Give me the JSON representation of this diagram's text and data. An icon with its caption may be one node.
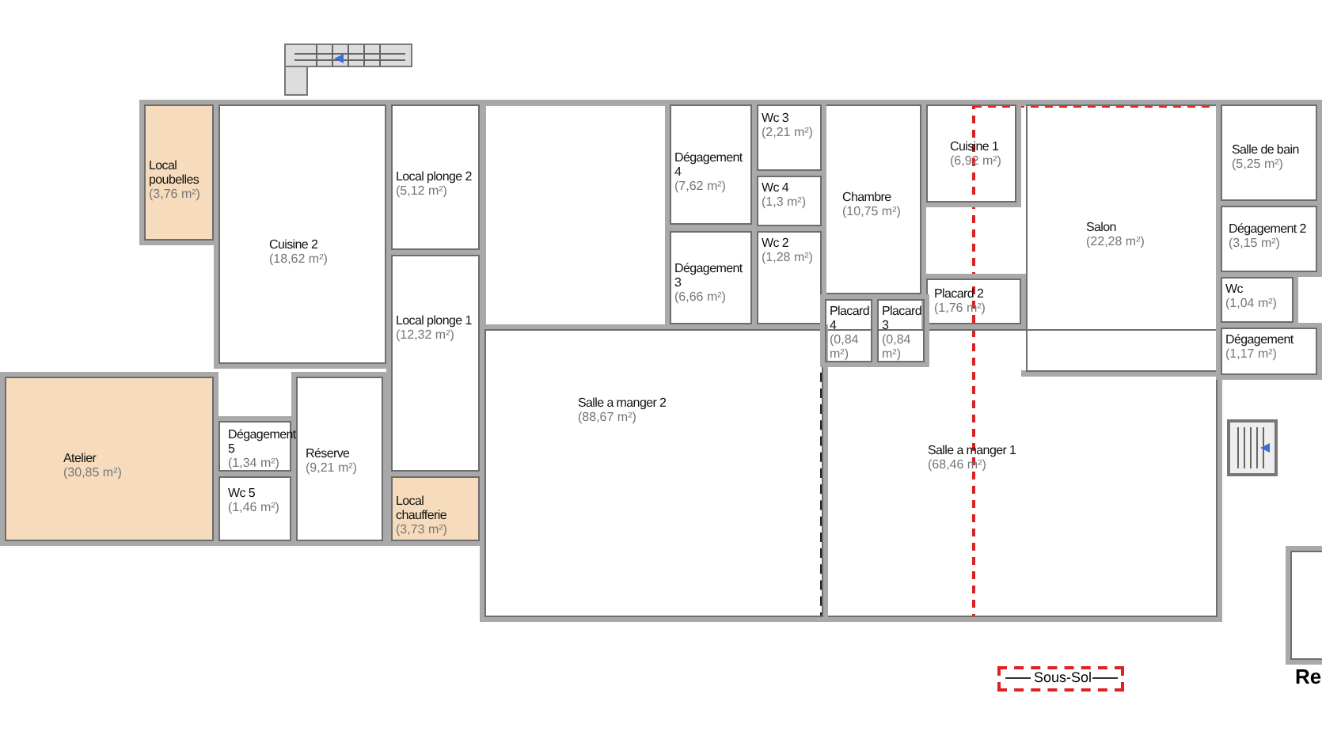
{
  "diagram": {
    "nodes": [
      {
        "text": [
          "Local poubelles",
          "(3,76 m²)"
        ]
      },
      {
        "text": [
          "Cuisine 2",
          "(18,62 m²)"
        ]
      },
      {
        "text": [
          "Local plonge 2",
          "(5,12 m²)"
        ]
      },
      {
        "text": [
          "Local plonge 1",
          "(12,32 m²)"
        ]
      },
      {
        "text": [
          "Atelier",
          "(30,85 m²)"
        ]
      },
      {
        "text": [
          "Dégagement 5",
          "(1,34 m²)"
        ]
      },
      {
        "text": [
          "Wc 5",
          "(1,46 m²)"
        ]
      },
      {
        "text": [
          "Réserve",
          "(9,21 m²)"
        ]
      },
      {
        "text": [
          "Local chaufferie",
          "(3,73 m²)"
        ]
      },
      {
        "text": [
          "Salle a manger 2",
          "(88,67 m²)"
        ]
      },
      {
        "text": [
          "Dégagement 4",
          "(7,62 m²)"
        ]
      },
      {
        "text": [
          "Wc 3",
          "(2,21 m²)"
        ]
      },
      {
        "text": [
          "Wc 4",
          "(1,3 m²)"
        ]
      },
      {
        "text": [
          "Wc 2",
          "(1,28 m²)"
        ]
      },
      {
        "text": [
          "Dégagement 3",
          "(6,66 m²)"
        ]
      },
      {
        "text": [
          "Chambre",
          "(10,75 m²)"
        ]
      },
      {
        "text": [
          "Placard 4",
          "(0,84 m²)"
        ]
      },
      {
        "text": [
          "Placard 3",
          "(0,84 m²)"
        ]
      },
      {
        "text": [
          "Cuisine 1",
          "(6,92 m²)"
        ]
      },
      {
        "text": [
          "Salon",
          "(22,28 m²)"
        ]
      },
      {
        "text": [
          "Placard 2",
          "(1,76 m²)"
        ]
      },
      {
        "text": [
          "Salle de bain",
          "(5,25 m²)"
        ]
      },
      {
        "text": [
          "Dégagement 2",
          "(3,15 m²)"
        ]
      },
      {
        "text": [
          "Wc",
          "(1,04 m²)"
        ]
      },
      {
        "text": [
          "Dégagement",
          "(1,17 m²)"
        ]
      },
      {
        "text": [
          "Salle a manger 1",
          "(68,46 m²)"
        ]
      },
      {
        "text": [],
        "shape": "box"
      }
    ],
    "labels": [
      "Re"
    ],
    "legend": [
      {
        "text": "Sous-Sol"
      }
    ]
  }
}
